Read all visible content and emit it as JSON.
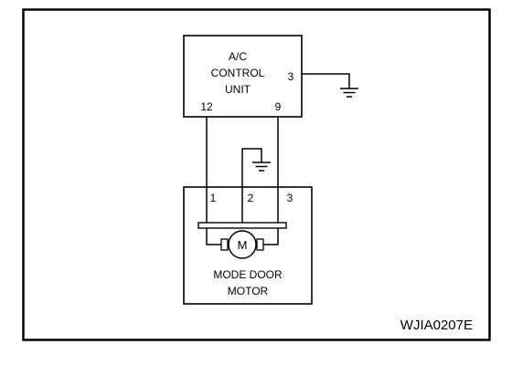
{
  "ac_unit": {
    "name_lines": [
      "A/C",
      "CONTROL",
      "UNIT"
    ],
    "pins": {
      "left": "12",
      "right": "9",
      "side": "3"
    }
  },
  "motor_unit": {
    "pins": [
      "1",
      "2",
      "3"
    ],
    "motor_symbol": "M",
    "name_lines": [
      "MODE DOOR",
      "MOTOR"
    ]
  },
  "figure_code": "WJIA0207E",
  "icons": {
    "ground": "ground-symbol-icon",
    "motor": "dc-motor-icon"
  }
}
